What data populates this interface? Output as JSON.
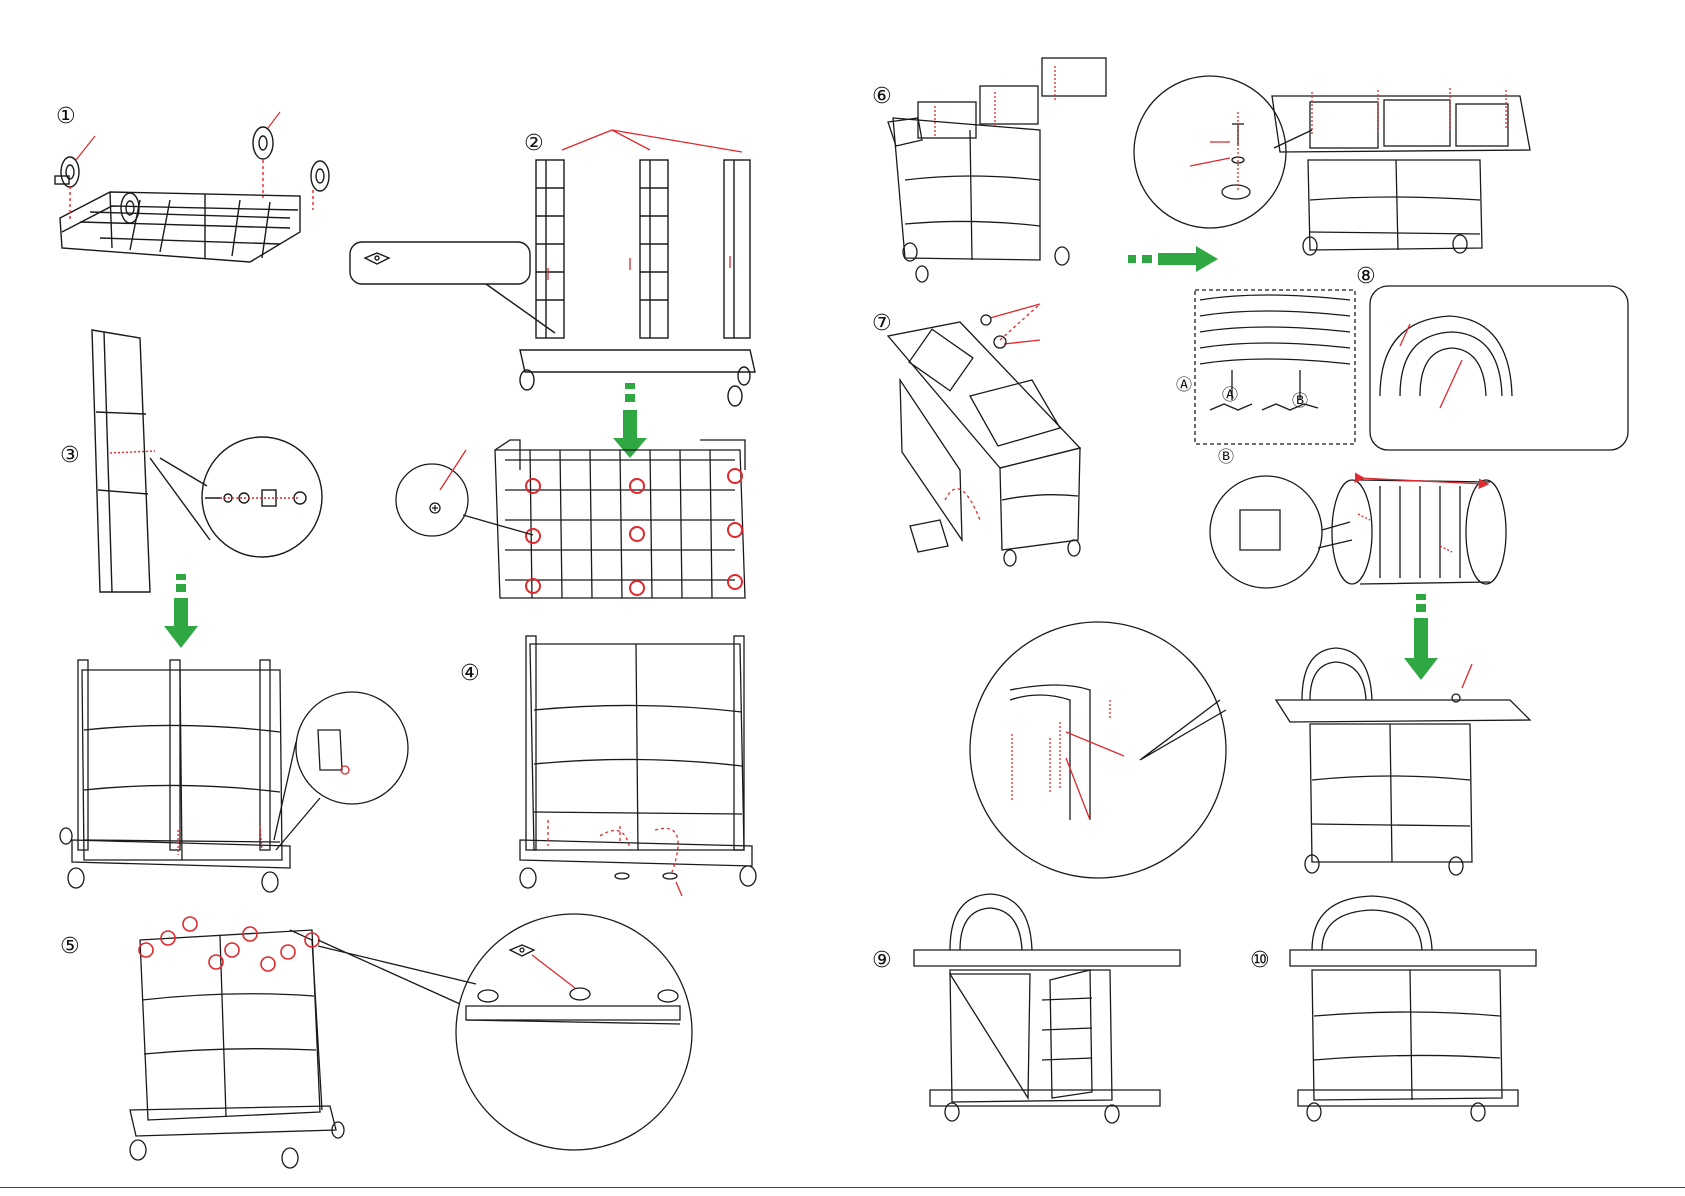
{
  "colors": {
    "line": "#1a1a1a",
    "accent_red": "#e0282d",
    "arrow_green": "#2fa844",
    "arrow_green_dark": "#1d7a2e"
  },
  "steps": [
    {
      "number": "①"
    },
    {
      "number": "②"
    },
    {
      "number": "③"
    },
    {
      "number": "④"
    },
    {
      "number": "⑤"
    },
    {
      "number": "⑥"
    },
    {
      "number": "⑦"
    },
    {
      "number": "⑧"
    },
    {
      "number": "⑨"
    },
    {
      "number": "⑩"
    }
  ],
  "callouts": {
    "a": "A",
    "b": "B"
  },
  "icons": [
    "castor-wheel",
    "base-frame",
    "side-panel",
    "screw",
    "washer",
    "cabinet",
    "grill-lid",
    "flow-arrow"
  ]
}
